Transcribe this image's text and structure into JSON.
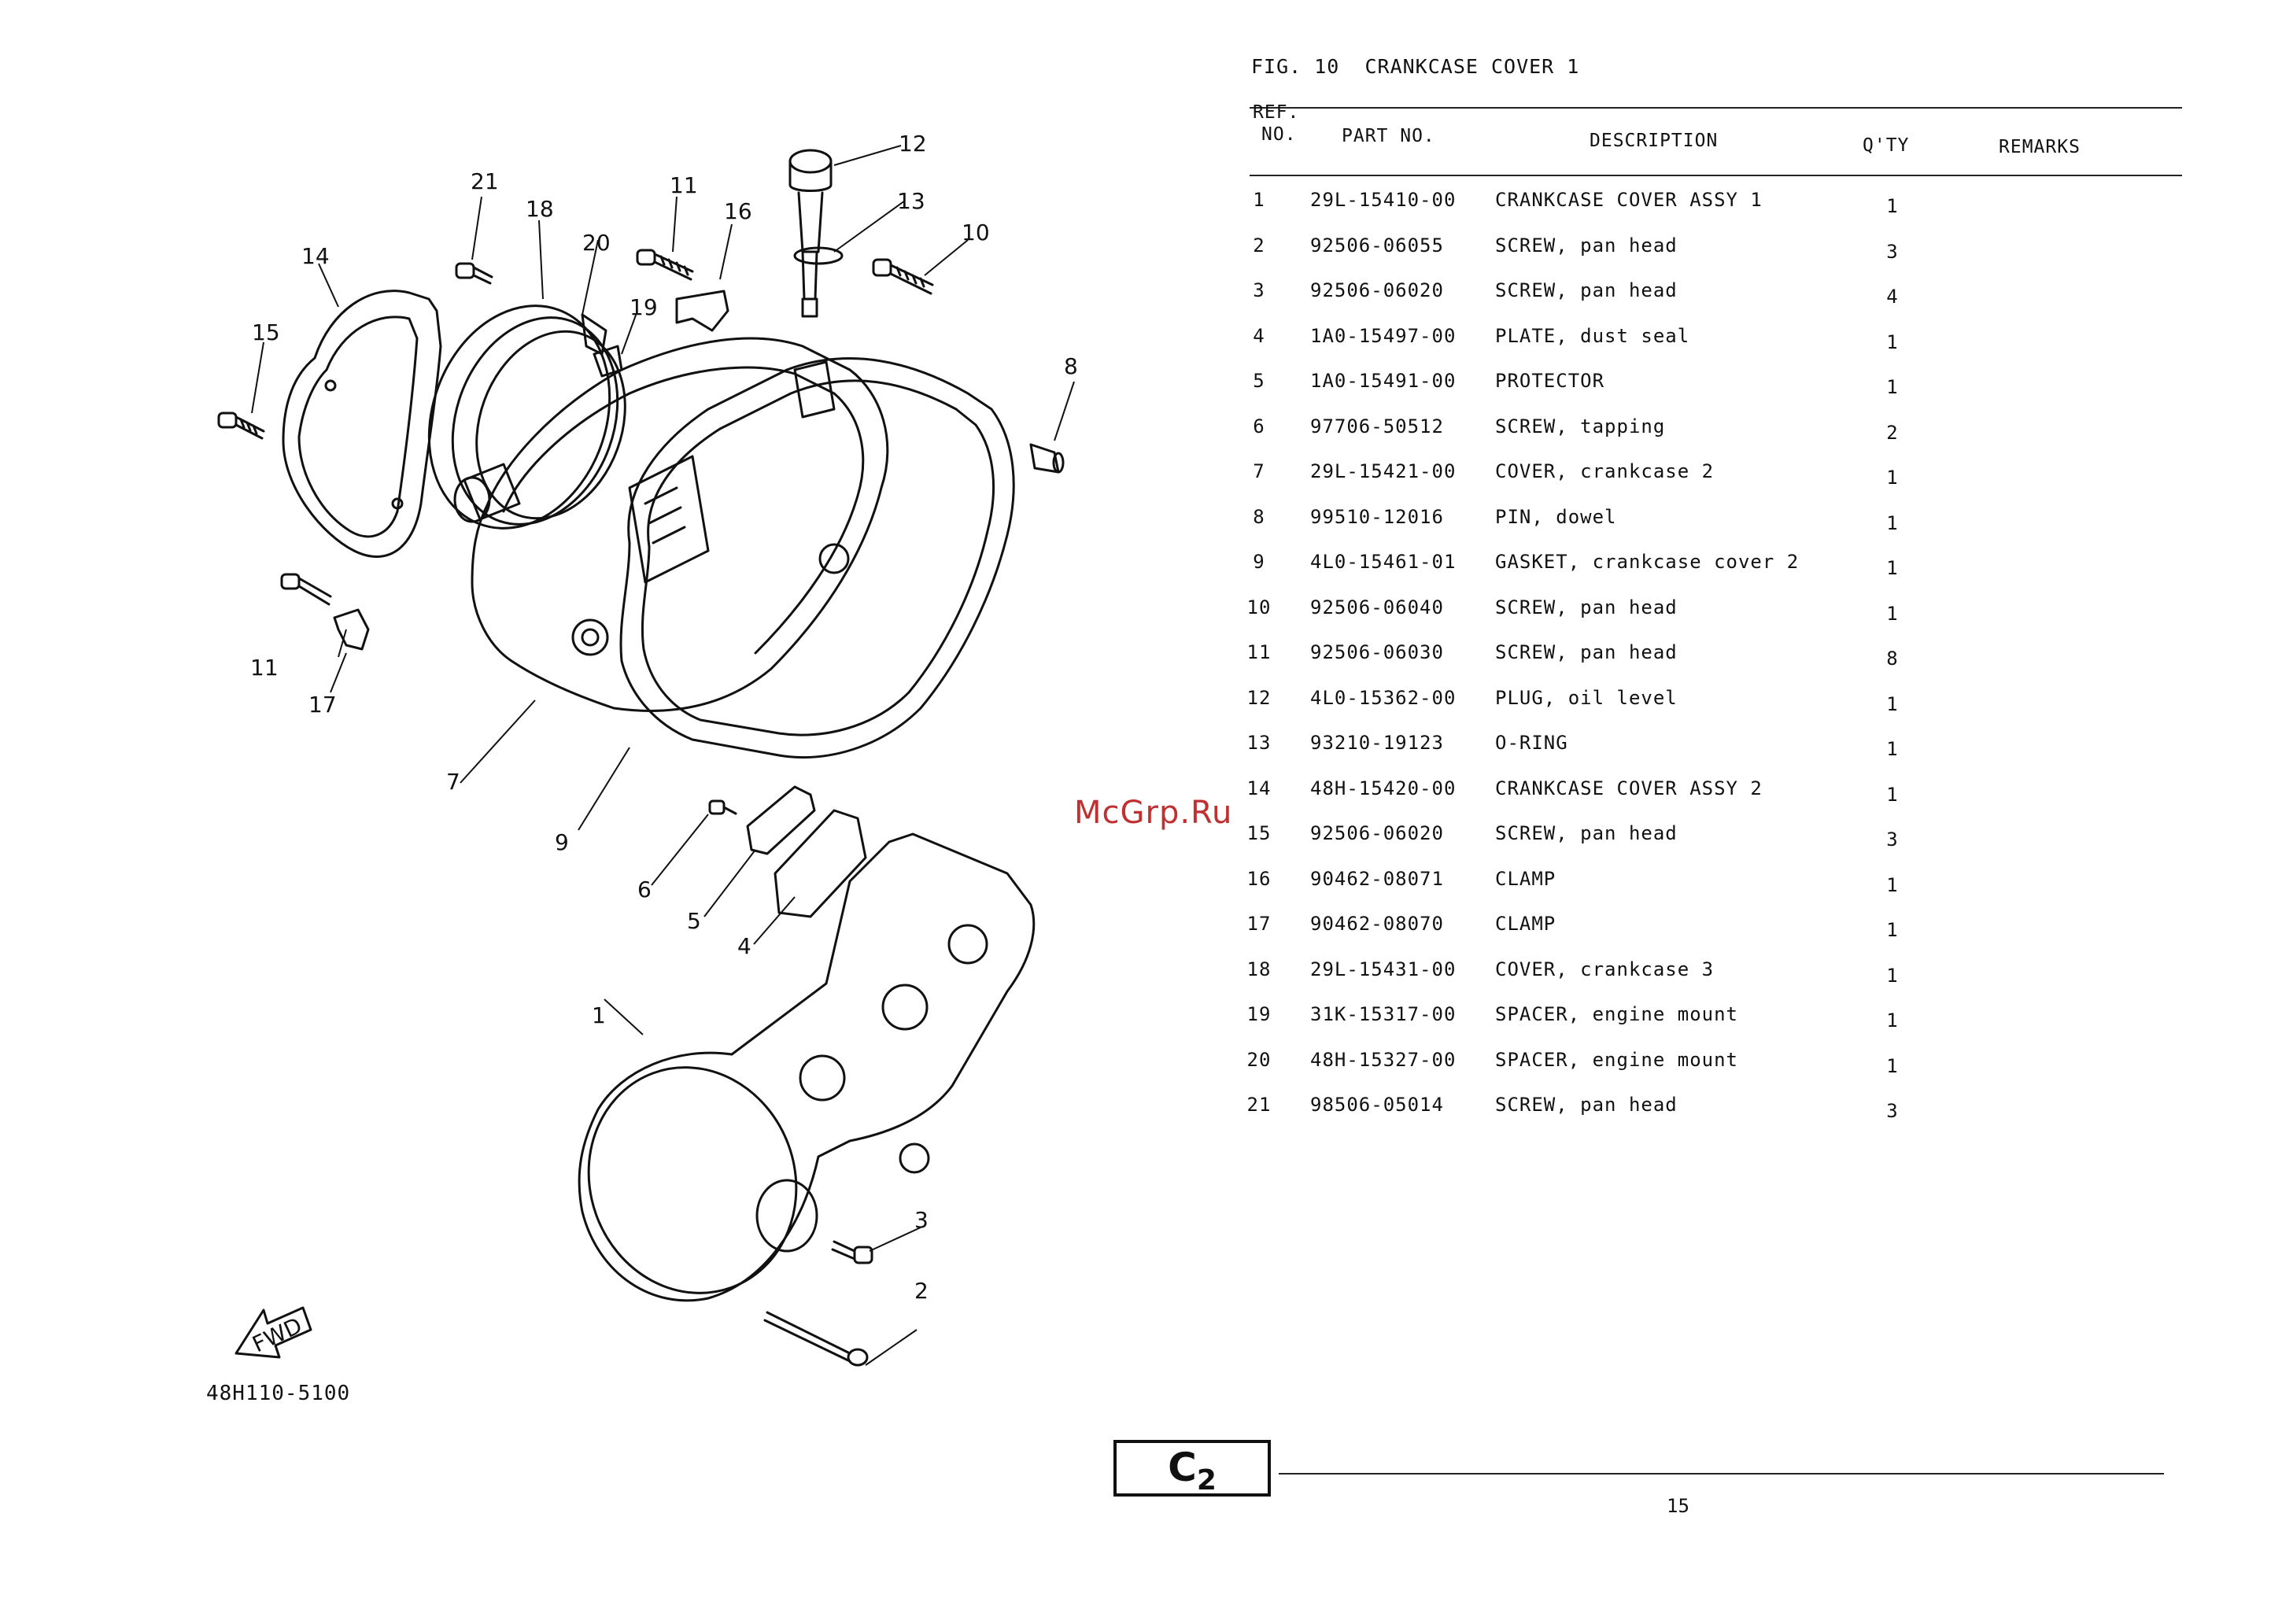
{
  "figure": {
    "title": "FIG. 10  CRANKCASE COVER 1"
  },
  "headers": {
    "ref_line1": "REF.",
    "ref_line2": "NO.",
    "part_no": "PART NO.",
    "description": "DESCRIPTION",
    "qty": "Q'TY",
    "remarks": "REMARKS"
  },
  "parts": [
    {
      "ref": "1",
      "part_no": "29L-15410-00",
      "description": "CRANKCASE COVER ASSY 1",
      "qty": "1"
    },
    {
      "ref": "2",
      "part_no": "92506-06055",
      "description": "SCREW, pan head",
      "qty": "3"
    },
    {
      "ref": "3",
      "part_no": "92506-06020",
      "description": "SCREW, pan head",
      "qty": "4"
    },
    {
      "ref": "4",
      "part_no": "1A0-15497-00",
      "description": "PLATE, dust seal",
      "qty": "1"
    },
    {
      "ref": "5",
      "part_no": "1A0-15491-00",
      "description": "PROTECTOR",
      "qty": "1"
    },
    {
      "ref": "6",
      "part_no": "97706-50512",
      "description": "SCREW, tapping",
      "qty": "2"
    },
    {
      "ref": "7",
      "part_no": "29L-15421-00",
      "description": "COVER, crankcase 2",
      "qty": "1"
    },
    {
      "ref": "8",
      "part_no": "99510-12016",
      "description": "PIN, dowel",
      "qty": "1"
    },
    {
      "ref": "9",
      "part_no": "4L0-15461-01",
      "description": "GASKET, crankcase cover 2",
      "qty": "1"
    },
    {
      "ref": "10",
      "part_no": "92506-06040",
      "description": "SCREW, pan head",
      "qty": "1"
    },
    {
      "ref": "11",
      "part_no": "92506-06030",
      "description": "SCREW, pan head",
      "qty": "8"
    },
    {
      "ref": "12",
      "part_no": "4L0-15362-00",
      "description": "PLUG, oil level",
      "qty": "1"
    },
    {
      "ref": "13",
      "part_no": "93210-19123",
      "description": "O-RING",
      "qty": "1"
    },
    {
      "ref": "14",
      "part_no": "48H-15420-00",
      "description": "CRANKCASE COVER ASSY 2",
      "qty": "1"
    },
    {
      "ref": "15",
      "part_no": "92506-06020",
      "description": "SCREW, pan head",
      "qty": "3"
    },
    {
      "ref": "16",
      "part_no": "90462-08071",
      "description": "CLAMP",
      "qty": "1"
    },
    {
      "ref": "17",
      "part_no": "90462-08070",
      "description": "CLAMP",
      "qty": "1"
    },
    {
      "ref": "18",
      "part_no": "29L-15431-00",
      "description": "COVER, crankcase 3",
      "qty": "1"
    },
    {
      "ref": "19",
      "part_no": "31K-15317-00",
      "description": "SPACER, engine mount",
      "qty": "1"
    },
    {
      "ref": "20",
      "part_no": "48H-15327-00",
      "description": "SPACER, engine mount",
      "qty": "1"
    },
    {
      "ref": "21",
      "part_no": "98506-05014",
      "description": "SCREW, pan head",
      "qty": "3"
    }
  ],
  "callouts": [
    "1",
    "2",
    "3",
    "4",
    "5",
    "6",
    "7",
    "8",
    "9",
    "10",
    "11",
    "11",
    "12",
    "13",
    "14",
    "15",
    "16",
    "17",
    "18",
    "19",
    "20",
    "21"
  ],
  "diagram": {
    "id": "48H110-5100",
    "fwd_label": "FWD"
  },
  "watermark": "McGrp.Ru",
  "page": {
    "section_code": "C",
    "section_sub": "2",
    "number": "15"
  }
}
